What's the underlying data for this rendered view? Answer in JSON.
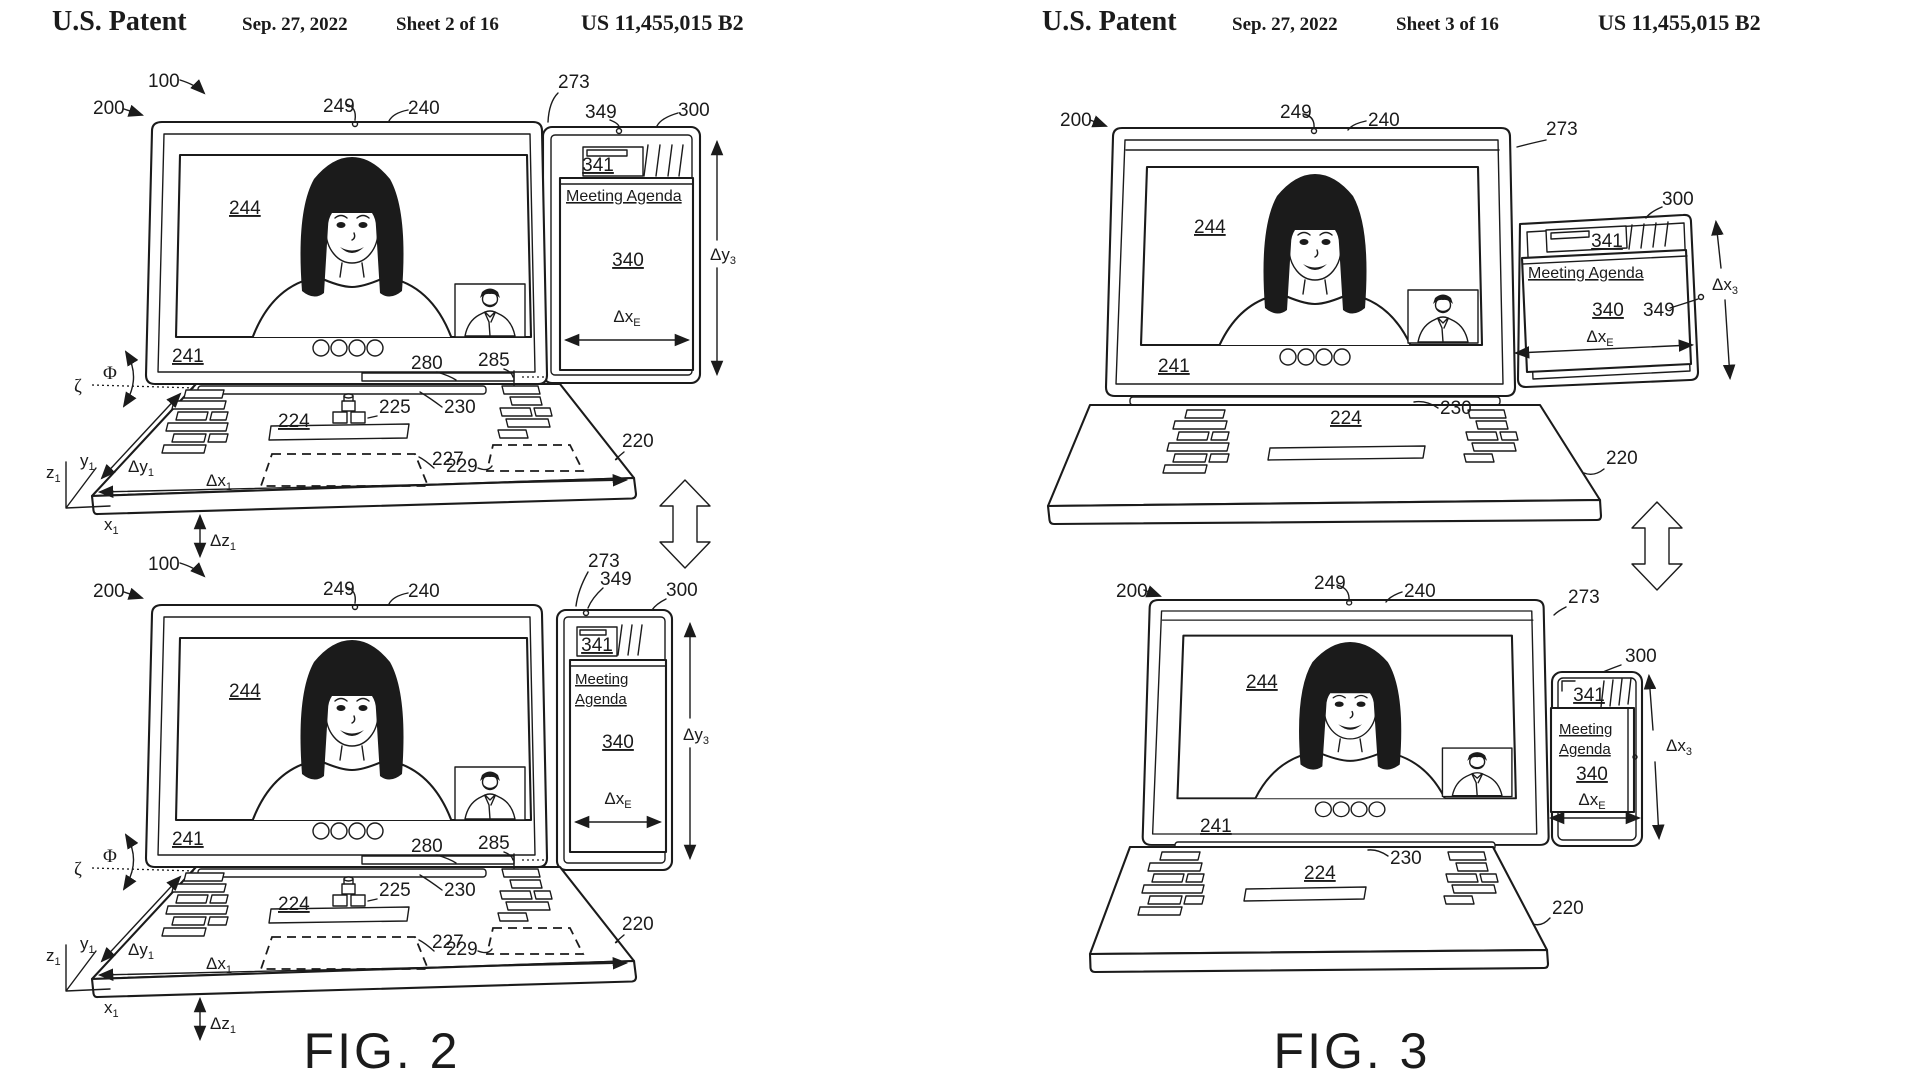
{
  "sheet2": {
    "header": {
      "title": "U.S. Patent",
      "date": "Sep. 27, 2022",
      "sheet": "Sheet 2 of 16",
      "number": "US 11,455,015 B2"
    },
    "caption": "FIG. 2"
  },
  "sheet3": {
    "header": {
      "title": "U.S. Patent",
      "date": "Sep. 27, 2022",
      "sheet": "Sheet 3 of 16",
      "number": "US 11,455,015 B2"
    },
    "caption": "FIG. 3"
  },
  "refs": {
    "r100": "100",
    "r200": "200",
    "r220": "220",
    "r224": "224",
    "r225": "225",
    "r227": "227",
    "r229": "229",
    "r230": "230",
    "r240": "240",
    "r241": "241",
    "r244": "244",
    "r249": "249",
    "r273": "273",
    "r280": "280",
    "r285": "285",
    "r300": "300",
    "r340": "340",
    "r341": "341",
    "r349": "349"
  },
  "screen_text": {
    "meeting_agenda": "Meeting Agenda",
    "meeting": "Meeting",
    "agenda": "Agenda"
  },
  "dims": {
    "dy3": {
      "base": "Δy",
      "sub": "3"
    },
    "dxe": {
      "base": "Δx",
      "sub": "E"
    },
    "dx3": {
      "base": "Δx",
      "sub": "3"
    },
    "dx1": {
      "base": "Δx",
      "sub": "1"
    },
    "dy1": {
      "base": "Δy",
      "sub": "1"
    },
    "dz1": {
      "base": "Δz",
      "sub": "1"
    },
    "x1": {
      "base": "x",
      "sub": "1"
    },
    "y1": {
      "base": "y",
      "sub": "1"
    },
    "z1": {
      "base": "z",
      "sub": "1"
    },
    "phi": "Φ",
    "zeta": "ζ"
  },
  "colors": {
    "ink": "#1b1b1b",
    "bg": "#ffffff"
  }
}
